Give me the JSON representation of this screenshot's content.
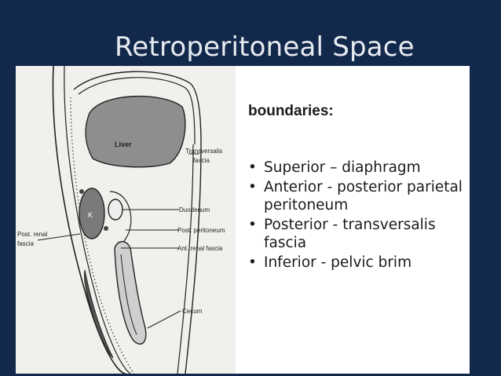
{
  "slide": {
    "title": "Retroperitoneal Space"
  },
  "diagram": {
    "labels": {
      "liver": "Liver",
      "kidney": "K",
      "transversalis": "Transversalis",
      "fascia": "fascia",
      "duodenum": "Duodenum",
      "post_peritoneum": "Post. peritoneum",
      "ant_renal_fascia": "Ant. renal fascia",
      "post_renal": "Post. renal",
      "post_renal_fascia": "fascia",
      "cecum": "Cecum"
    }
  },
  "content": {
    "heading": "boundaries:",
    "bullets": [
      "Superior – diaphragm",
      "Anterior - posterior parietal peritoneum",
      "Posterior - transversalis fascia",
      "Inferior  - pelvic brim"
    ]
  }
}
